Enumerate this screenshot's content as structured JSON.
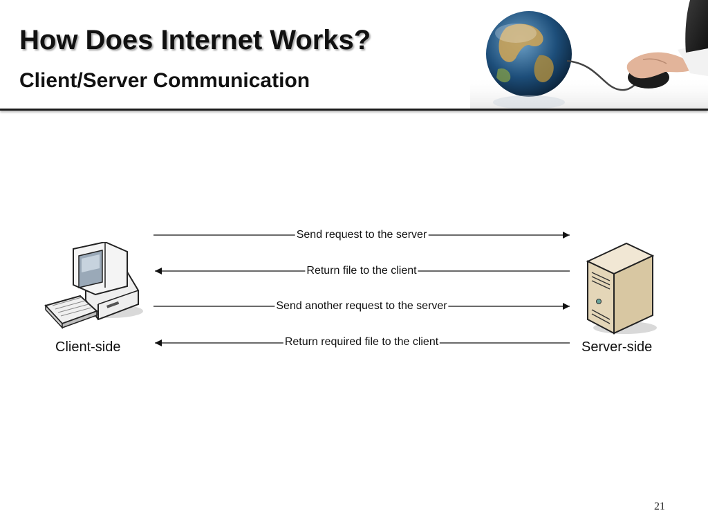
{
  "slide": {
    "title": "How Does Internet Works?",
    "subtitle": "Client/Server Communication",
    "page_number": "21"
  },
  "diagram": {
    "client_label": "Client-side",
    "server_label": "Server-side",
    "messages": [
      {
        "label": "Send request to the server",
        "direction": "to-server"
      },
      {
        "label": "Return file to the client",
        "direction": "to-client"
      },
      {
        "label": "Send another request to the server",
        "direction": "to-server"
      },
      {
        "label": "Return required file to the client",
        "direction": "to-client"
      }
    ]
  },
  "icons": {
    "header_art": "globe-with-mouse-hand-icon",
    "client": "desktop-computer-icon",
    "server": "server-tower-icon"
  },
  "colors": {
    "text": "#111111",
    "rule": "#1a1a1a",
    "globe_ocean": "#1d4e7a",
    "globe_land": "#c9a35a"
  }
}
